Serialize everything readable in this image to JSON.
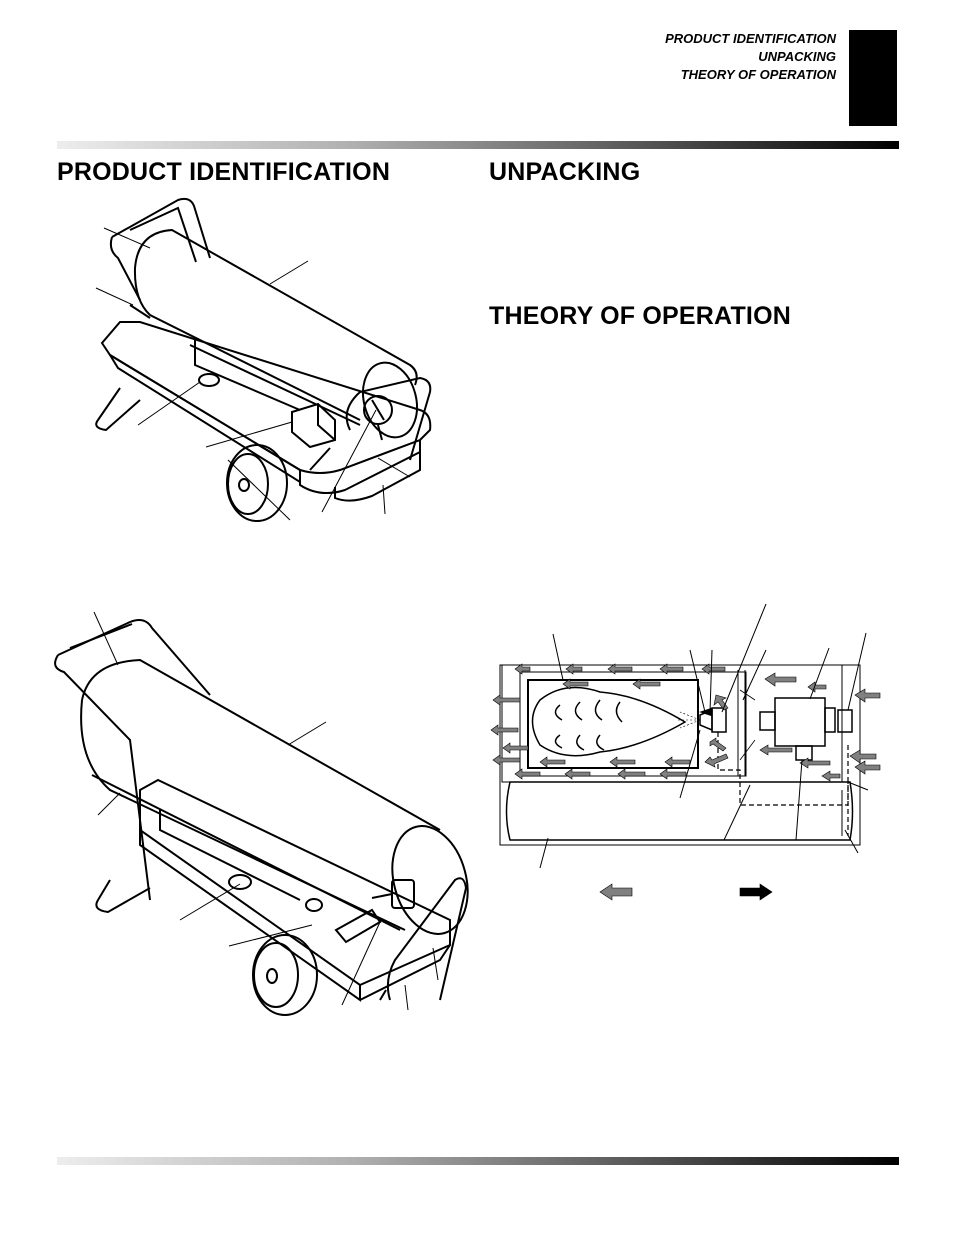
{
  "header": {
    "lines": [
      "PRODUCT IDENTIFICATION",
      "UNPACKING",
      "THEORY OF OPERATION"
    ]
  },
  "sections": {
    "product_identification": "PRODUCT IDENTIFICATION",
    "unpacking": "UNPACKING",
    "theory_of_operation": "THEORY OF OPERATION"
  },
  "colors": {
    "tab": "#000000",
    "airflow_arrow": "#808080",
    "fuel_arrow": "#000000"
  }
}
